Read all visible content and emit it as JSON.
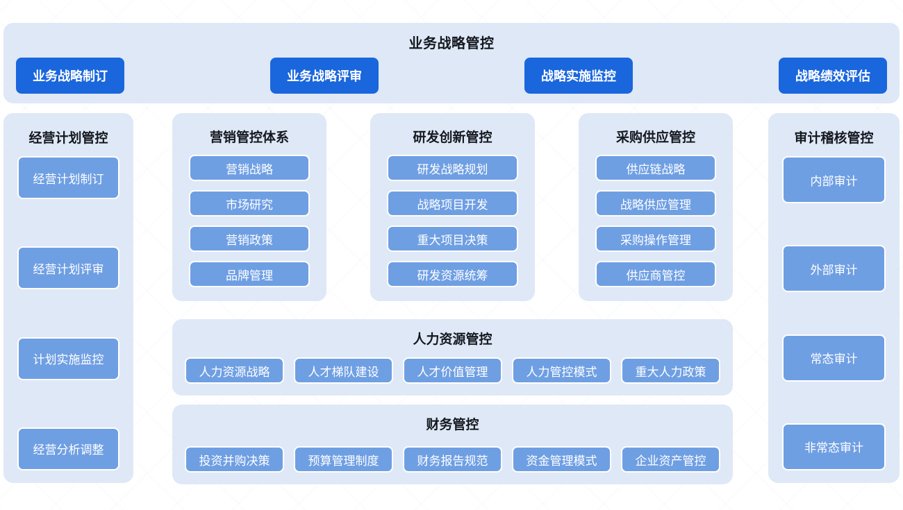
{
  "colors": {
    "panel_bg": "#dfe8f6",
    "primary_button": "#1a66dd",
    "soft_button": "#6f9fe3",
    "page_bg": "#ffffff",
    "title_text": "#14181f"
  },
  "top_band": {
    "title": "业务战略管控",
    "buttons": [
      "业务战略制订",
      "业务战略评审",
      "战略实施监控",
      "战略绩效评估"
    ]
  },
  "panels": {
    "plan": {
      "title": "经营计划管控",
      "items": [
        "经营计划制订",
        "经营计划评审",
        "计划实施监控",
        "经营分析调整"
      ]
    },
    "marketing": {
      "title": "营销管控体系",
      "items": [
        "营销战略",
        "市场研究",
        "营销政策",
        "品牌管理"
      ]
    },
    "rd": {
      "title": "研发创新管控",
      "items": [
        "研发战略规划",
        "战略项目开发",
        "重大项目决策",
        "研发资源统筹"
      ]
    },
    "procurement": {
      "title": "采购供应管控",
      "items": [
        "供应链战略",
        "战略供应管理",
        "采购操作管理",
        "供应商管控"
      ]
    },
    "audit": {
      "title": "审计稽核管控",
      "items": [
        "内部审计",
        "外部审计",
        "常态审计",
        "非常态审计"
      ]
    },
    "hr": {
      "title": "人力资源管控",
      "items": [
        "人力资源战略",
        "人才梯队建设",
        "人才价值管理",
        "人力管控模式",
        "重大人力政策"
      ]
    },
    "finance": {
      "title": "财务管控",
      "items": [
        "投资并购决策",
        "预算管理制度",
        "财务报告规范",
        "资金管理模式",
        "企业资产管控"
      ]
    }
  }
}
